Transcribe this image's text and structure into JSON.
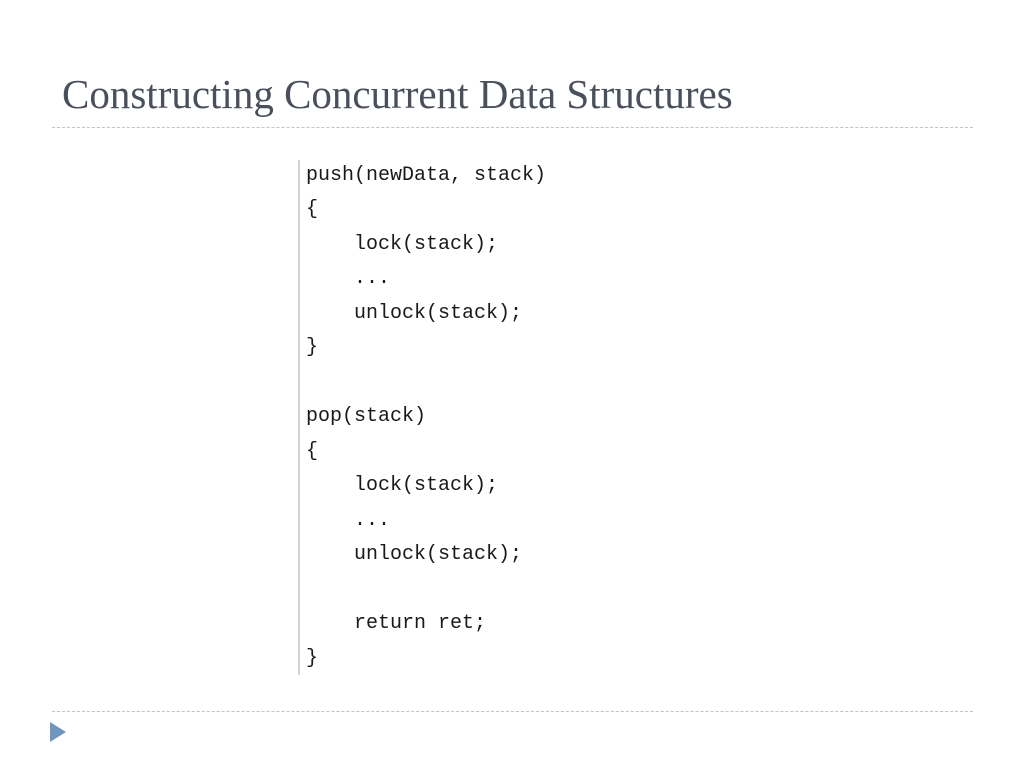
{
  "slide": {
    "title": "Constructing Concurrent Data Structures"
  },
  "code": {
    "lines": [
      "push(newData, stack)",
      "{",
      "    lock(stack);",
      "    ...",
      "    unlock(stack);",
      "}",
      "",
      "pop(stack)",
      "{",
      "    lock(stack);",
      "    ...",
      "    unlock(stack);",
      "",
      "    return ret;",
      "}"
    ]
  },
  "footer": {
    "icon": "triangle-bullet-icon",
    "accent_color": "#6f95c0"
  }
}
